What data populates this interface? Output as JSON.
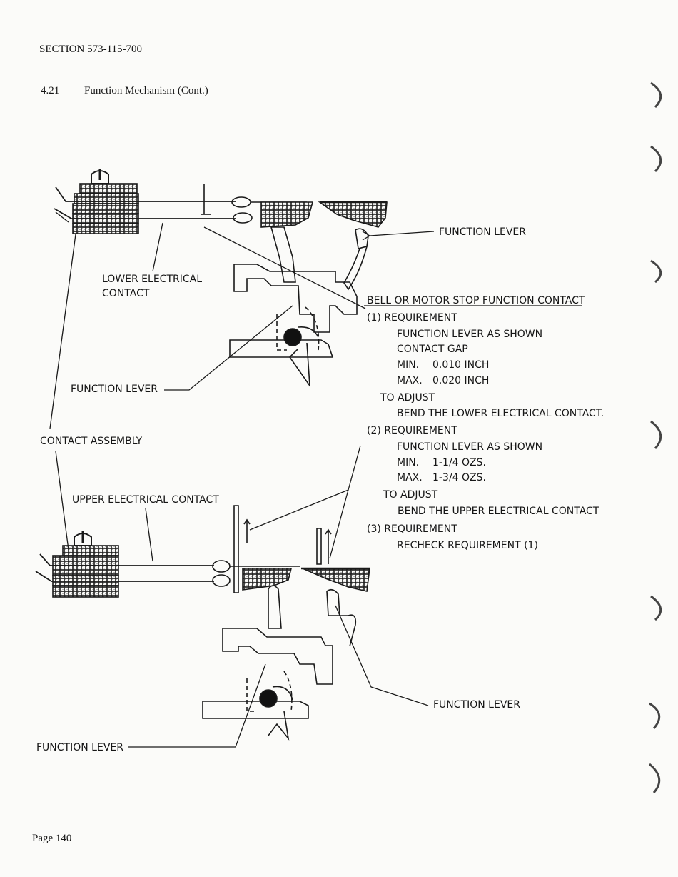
{
  "header": {
    "section": "SECTION 573-115-700",
    "paragraph_number": "4.21",
    "paragraph_title": "Function Mechanism (Cont.)"
  },
  "upper_diagram_labels": {
    "function_lever_right": "FUNCTION LEVER",
    "lower_electrical_contact_1": "LOWER ELECTRICAL",
    "lower_electrical_contact_2": "CONTACT",
    "function_lever_left": "FUNCTION LEVER",
    "contact_assembly": "CONTACT ASSEMBLY"
  },
  "lower_diagram_labels": {
    "upper_electrical_contact": "UPPER ELECTRICAL CONTACT",
    "function_lever_right": "FUNCTION LEVER",
    "function_lever_left": "FUNCTION LEVER"
  },
  "instructions": {
    "title": "BELL OR MOTOR STOP FUNCTION CONTACT",
    "req1": "(1) REQUIREMENT",
    "req1_line1": "FUNCTION LEVER AS SHOWN",
    "req1_line2": "CONTACT GAP",
    "req1_min_label": "MIN.",
    "req1_min_value": "0.010 INCH",
    "req1_max_label": "MAX.",
    "req1_max_value": "0.020 INCH",
    "adjust1": "TO ADJUST",
    "adjust1_text": "BEND THE LOWER ELECTRICAL CONTACT.",
    "req2": "(2) REQUIREMENT",
    "req2_line1": "FUNCTION LEVER AS SHOWN",
    "req2_min_label": "MIN.",
    "req2_min_value": "1-1/4 OZS.",
    "req2_max_label": "MAX.",
    "req2_max_value": "1-3/4 OZS.",
    "adjust2": "TO ADJUST",
    "adjust2_text": "BEND THE UPPER ELECTRICAL CONTACT",
    "req3": "(3) REQUIREMENT",
    "req3_text": "RECHECK REQUIREMENT (1)"
  },
  "footer": {
    "page": "Page 140"
  }
}
